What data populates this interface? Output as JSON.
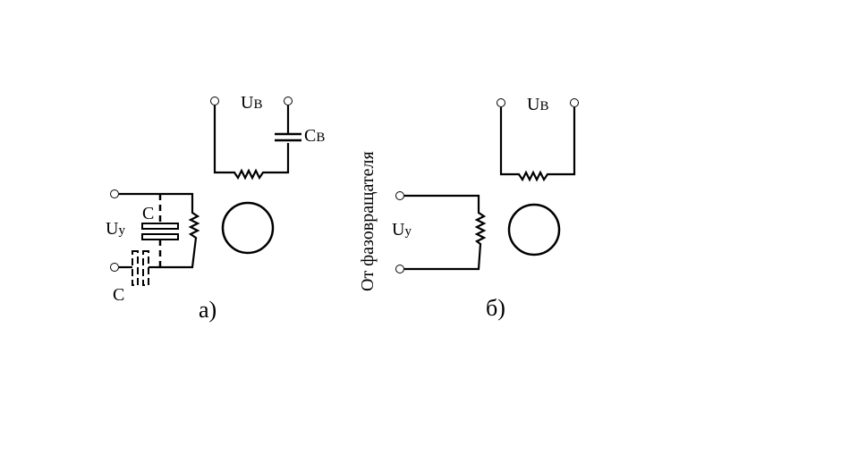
{
  "diagram": {
    "a": {
      "caption": "а)",
      "excitation_voltage": {
        "main": "U",
        "sub": "В"
      },
      "excitation_capacitor": {
        "main": "C",
        "sub": "В"
      },
      "control_voltage": {
        "main": "U",
        "sub": "у"
      },
      "parallel_capacitor": "C",
      "series_capacitor": "C"
    },
    "b": {
      "caption": "б)",
      "excitation_voltage": {
        "main": "U",
        "sub": "В"
      },
      "control_voltage": {
        "main": "U",
        "sub": "у"
      },
      "source_label": "От фазовращателя"
    }
  }
}
